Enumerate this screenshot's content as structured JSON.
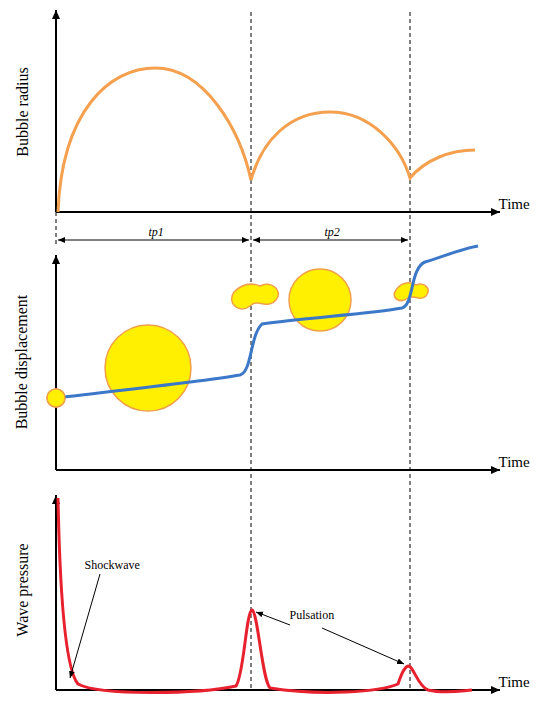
{
  "diagram": {
    "labels": [
      "Bubble radius",
      "Time",
      "tp1",
      "tp2",
      "Bubble displacement",
      "Time",
      "Wave pressure",
      "Time",
      "Shockwave",
      "Pulsation"
    ]
  }
}
